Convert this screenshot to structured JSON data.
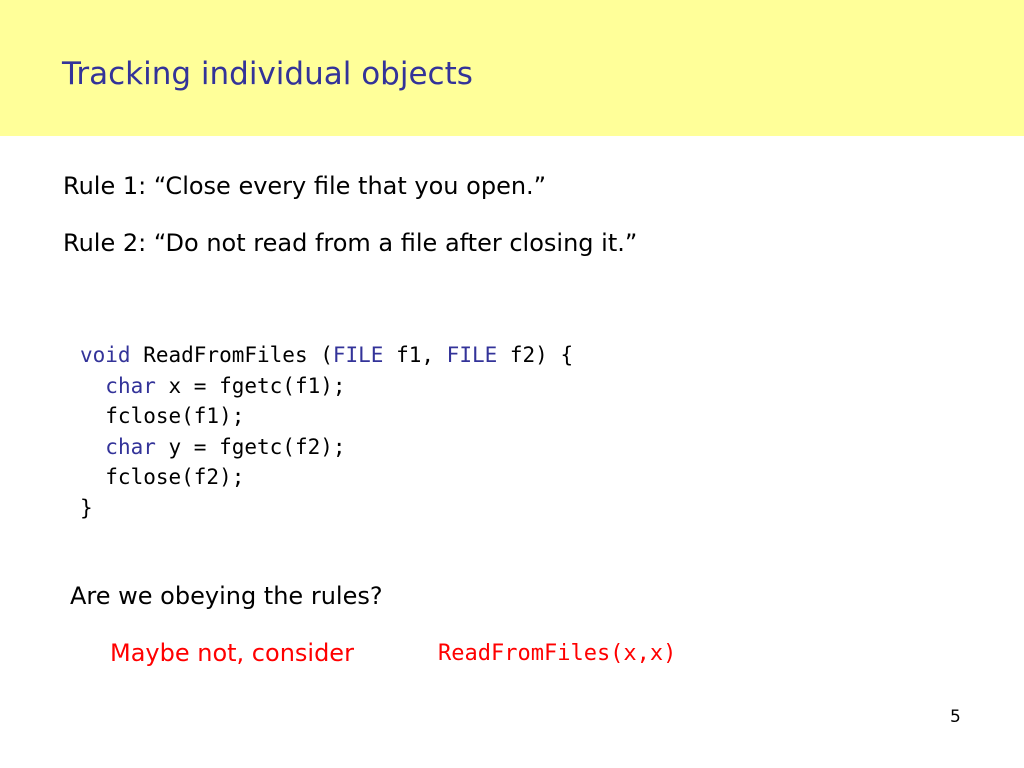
{
  "slide": {
    "title": "Tracking individual objects",
    "rules": [
      "Rule 1: “Close every file that you open.”",
      "Rule 2: “Do not read from a file after closing it.”"
    ],
    "code": {
      "line1": {
        "kw_void": "void",
        "t1": " ReadFromFiles (",
        "kw_file1": "FILE",
        "t2": " f1, ",
        "kw_file2": "FILE",
        "t3": " f2) {"
      },
      "line2": {
        "indent": "  ",
        "kw_char": "char",
        "rest": " x = fgetc(f1);"
      },
      "line3": {
        "text": "  fclose(f1);"
      },
      "line4": {
        "indent": "  ",
        "kw_char": "char",
        "rest": " y = fgetc(f2);"
      },
      "line5": {
        "text": "  fclose(f2);"
      },
      "line6": {
        "text": "}"
      }
    },
    "question": "Are we obeying the rules?",
    "answer_text": "Maybe not, consider",
    "answer_code": "ReadFromFiles(x,x)",
    "page_number": "5"
  },
  "colors": {
    "header_bg": "#ffff99",
    "title": "#333399",
    "keyword": "#333399",
    "answer": "#ff0000"
  }
}
